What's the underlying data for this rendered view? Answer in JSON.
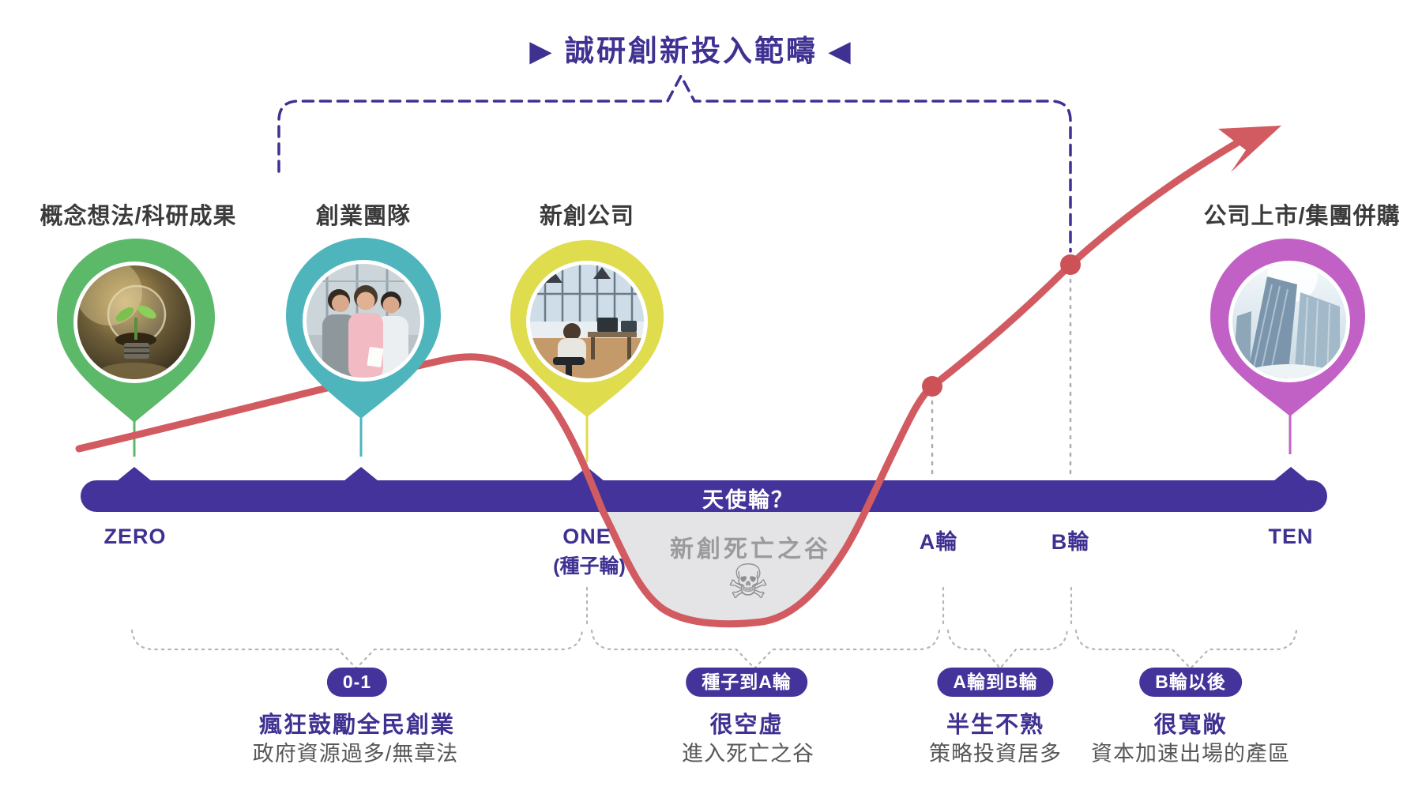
{
  "title": "▶ 誠研創新投入範疇 ◀",
  "stages": [
    {
      "label": "概念想法/科研成果",
      "photo": "lightbulb-plant-photo",
      "pin_color": "#5cb96a"
    },
    {
      "label": "創業團隊",
      "photo": "startup-team-photo",
      "pin_color": "#4fb5bd"
    },
    {
      "label": "新創公司",
      "photo": "startup-office-photo",
      "pin_color": "#dfdc4e"
    },
    {
      "label": "公司上市/集團併購",
      "photo": "corporate-building-photo",
      "pin_color": "#c161c6"
    }
  ],
  "timeline": {
    "bar_label": "天使輪？",
    "ticks": [
      {
        "label": "ZERO"
      },
      {
        "label": "ONE",
        "sublabel": "(種子輪)"
      },
      {
        "label": "A輪"
      },
      {
        "label": "B輪"
      },
      {
        "label": "TEN"
      }
    ]
  },
  "valley": {
    "label": "新創死亡之谷",
    "icon": "☠"
  },
  "phases": [
    {
      "badge": "0-1",
      "headline": "瘋狂鼓勵全民創業",
      "subline": "政府資源過多/無章法"
    },
    {
      "badge": "種子到A輪",
      "headline": "很空虛",
      "subline": "進入死亡之谷"
    },
    {
      "badge": "A輪到B輪",
      "headline": "半生不熟",
      "subline": "策略投資居多"
    },
    {
      "badge": "B輪以後",
      "headline": "很寬敞",
      "subline": "資本加速出場的產區"
    }
  ],
  "colors": {
    "purple": "#44339b",
    "purple_text": "#3e3192",
    "red_curve": "#d15b60",
    "valley_fill": "#e4e4e6",
    "gray_dotted": "#b5b5b5",
    "bar": "#44339b"
  }
}
